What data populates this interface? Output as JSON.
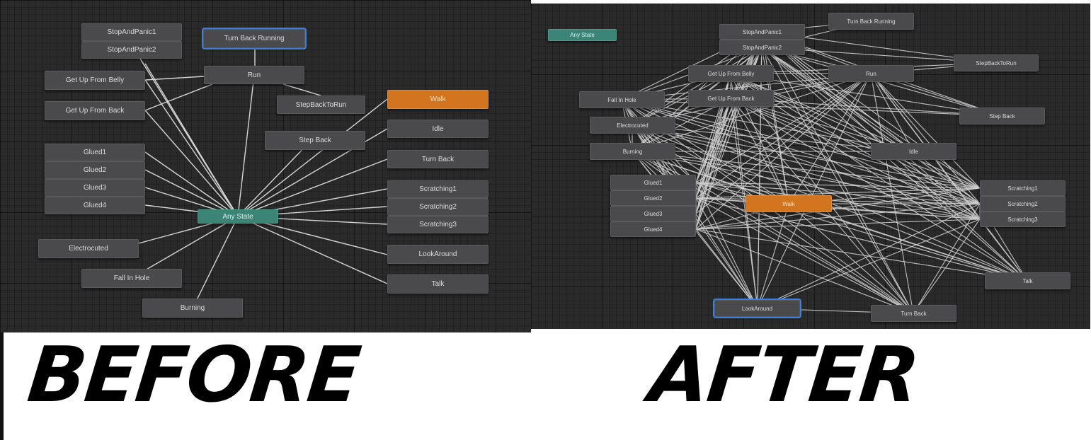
{
  "captions": {
    "before": "BEFORE",
    "after": "AFTER"
  },
  "colors": {
    "canvas": "#2a2a2a",
    "node": "#4a4a4c",
    "entry_state": "#3c8475",
    "default_state": "#d3751f",
    "selected_outline": "#3e7ed6",
    "transition_line": "#d6d6d6"
  },
  "before": {
    "any_state": "Any State",
    "default_state": "Walk",
    "selected_state": "Turn Back Running",
    "states": {
      "stop1": "StopAndPanic1",
      "stop2": "StopAndPanic2",
      "turnback_running": "Turn Back Running",
      "run": "Run",
      "getup_belly": "Get Up From Belly",
      "getup_back": "Get Up From Back",
      "stepbacktorun": "StepBackToRun",
      "walk": "Walk",
      "stepback": "Step Back",
      "idle": "Idle",
      "turnback": "Turn Back",
      "glued1": "Glued1",
      "glued2": "Glued2",
      "glued3": "Glued3",
      "glued4": "Glued4",
      "scratching1": "Scratching1",
      "scratching2": "Scratching2",
      "scratching3": "Scratching3",
      "electrocuted": "Electrocuted",
      "lookaround": "LookAround",
      "fallinhole": "Fall In Hole",
      "talk": "Talk",
      "burning": "Burning",
      "anystate": "Any State"
    }
  },
  "after": {
    "any_state": "Any State",
    "default_state": "Walk",
    "selected_state": "LookAround",
    "states": {
      "anystate": "Any State",
      "stop1": "StopAndPanic1",
      "stop2": "StopAndPanic2",
      "turnback_running": "Turn Back Running",
      "getup_belly": "Get Up From Belly",
      "run": "Run",
      "stepbacktorun": "StepBackToRun",
      "fallinhole": "Fall In Hole",
      "getup_back": "Get Up From Back",
      "stepback": "Step Back",
      "electrocuted": "Electrocuted",
      "burning": "Burning",
      "idle": "Idle",
      "glued1": "Glued1",
      "glued2": "Glued2",
      "glued3": "Glued3",
      "glued4": "Glued4",
      "walk": "Walk",
      "scratching1": "Scratching1",
      "scratching2": "Scratching2",
      "scratching3": "Scratching3",
      "talk": "Talk",
      "lookaround": "LookAround",
      "turnback": "Turn Back"
    }
  }
}
